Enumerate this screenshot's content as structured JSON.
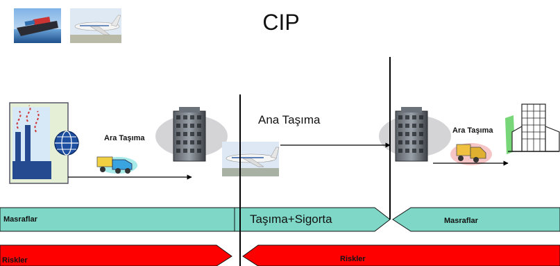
{
  "title": "CIP",
  "labels": {
    "pre_carriage": "Ara Taşıma",
    "main_carriage": "Ana Taşıma",
    "on_carriage": "Ara Taşıma"
  },
  "bands": {
    "costs_left": "Masraflar",
    "costs_middle": "Taşıma+Sigorta",
    "costs_right": "Masraflar",
    "risks_left": "Riskler",
    "risks_right": "Riskler"
  },
  "colors": {
    "cost_band": "#7fd8c7",
    "risk_band": "#ff0000",
    "line": "#000000"
  },
  "icons": [
    "ship-photo",
    "airplane-photo",
    "factory-icon",
    "globe-icon",
    "truck-icon",
    "warehouse-building-icon",
    "airplane-icon",
    "warehouse-building-icon",
    "truck-icon",
    "destination-building-icon"
  ]
}
